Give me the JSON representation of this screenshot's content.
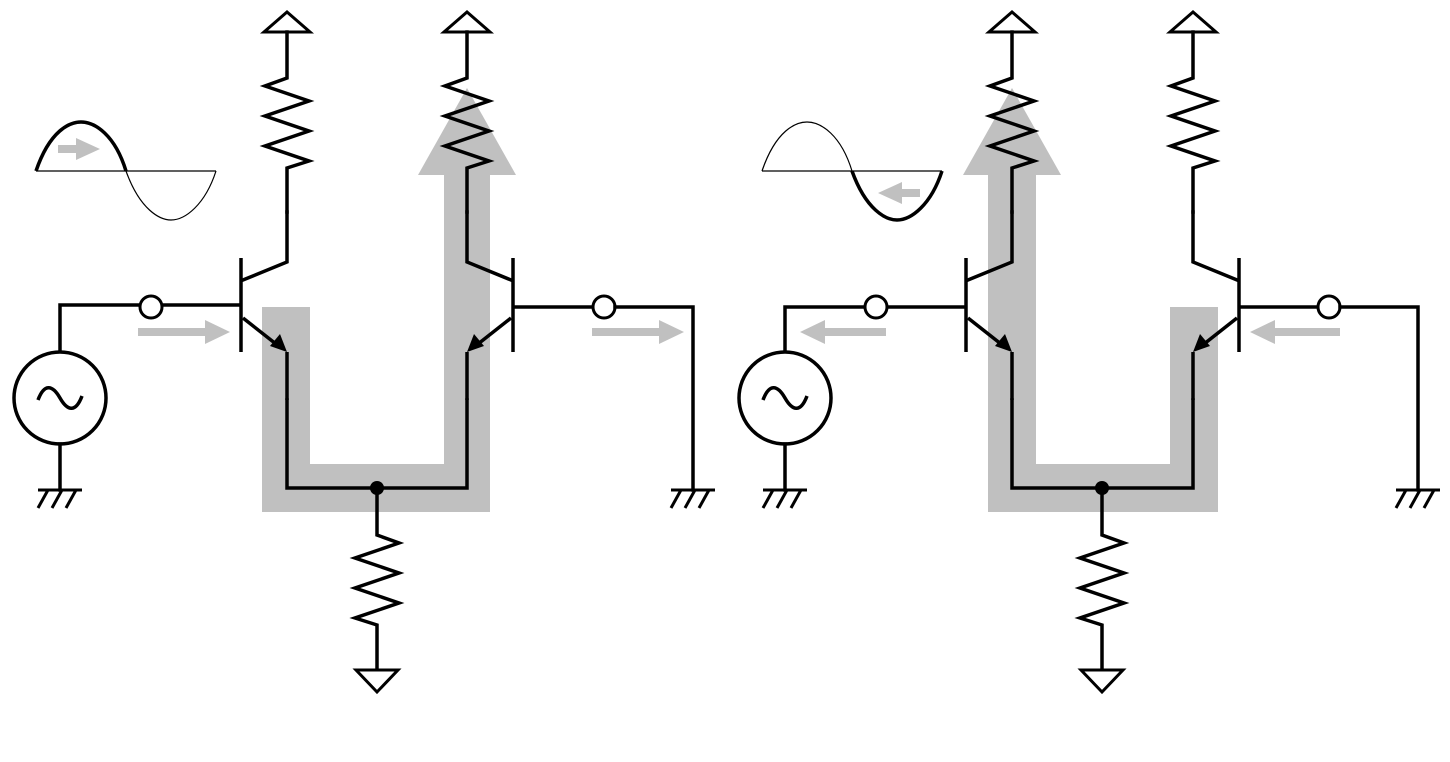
{
  "diagram": {
    "type": "differential-amplifier-current-flow",
    "panels": [
      {
        "id": "left",
        "input_wave_phase": "positive",
        "highlighted_path": "right-transistor",
        "input_arrow_direction": "right",
        "output_arrow_direction": "right"
      },
      {
        "id": "right",
        "input_wave_phase": "negative",
        "highlighted_path": "left-transistor",
        "input_arrow_direction": "left",
        "output_arrow_direction": "left"
      }
    ],
    "colors": {
      "wire": "#000000",
      "flow_highlight": "#c0c0c0",
      "background": "#ffffff"
    },
    "icons": [
      "ac-source-icon",
      "ground-icon",
      "supply-triangle-icon",
      "resistor-icon",
      "npn-transistor-icon",
      "terminal-icon",
      "sine-wave-icon"
    ]
  }
}
